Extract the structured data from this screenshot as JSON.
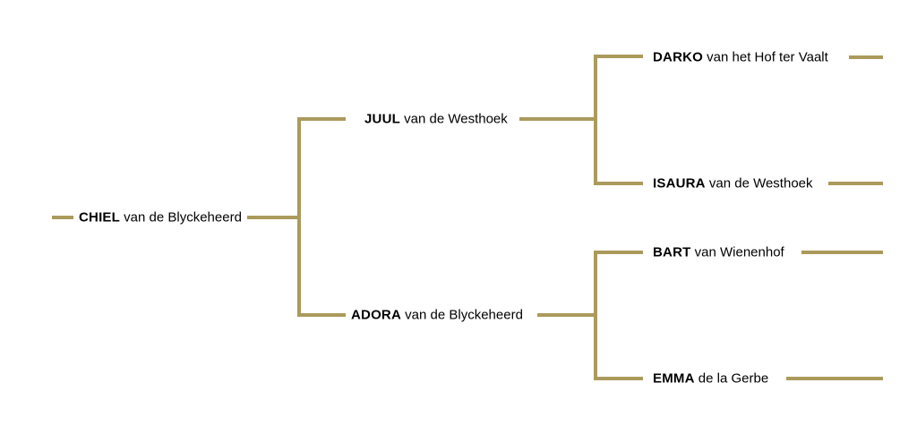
{
  "chart_data": {
    "type": "tree",
    "title": "",
    "orientation": "left-to-right",
    "generations": 3,
    "line_color": "#AB9A5C",
    "text_color": "#000000",
    "background": "#FFFFFF"
  },
  "theme": {
    "line_color": "#AB9A5C",
    "text_color": "#000000",
    "background": "#FFFFFF"
  },
  "nodes": {
    "chiel": {
      "given": "CHIEL",
      "kennel": " van de Blyckeheerd",
      "generation": 1
    },
    "juul": {
      "given": "JUUL",
      "kennel": " van de Westhoek",
      "generation": 2
    },
    "adora": {
      "given": "ADORA",
      "kennel": " van de Blyckeheerd",
      "generation": 2
    },
    "darko": {
      "given": "DARKO",
      "kennel": " van het Hof ter Vaalt",
      "generation": 3
    },
    "isaura": {
      "given": "ISAURA",
      "kennel": " van de Westhoek",
      "generation": 3
    },
    "bart": {
      "given": "BART",
      "kennel": " van Wienenhof",
      "generation": 3
    },
    "emma": {
      "given": "EMMA",
      "kennel": " de la Gerbe",
      "generation": 3
    }
  }
}
